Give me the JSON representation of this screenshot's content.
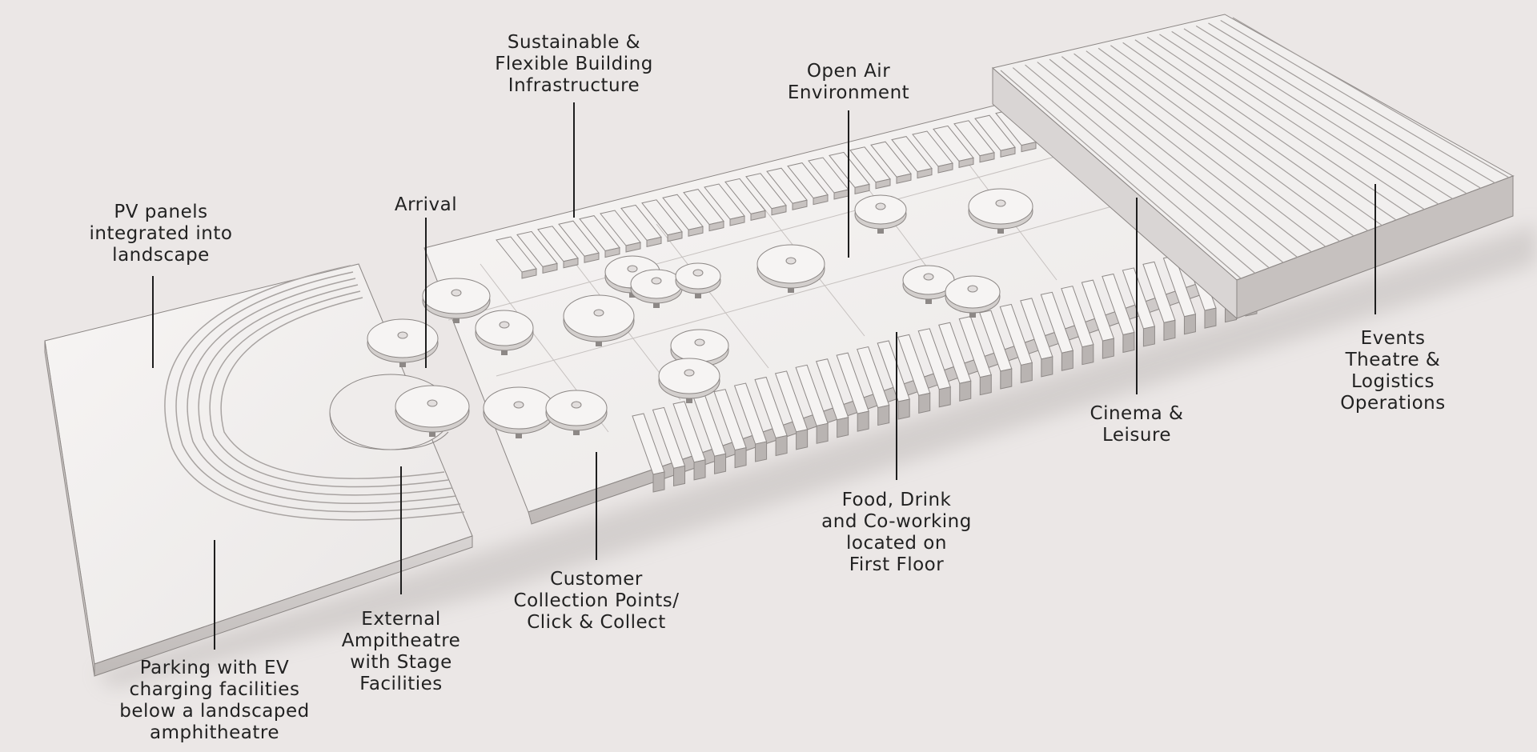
{
  "title": "",
  "colors": {
    "background": "#ebe7e6",
    "model_light": "#f6f4f3",
    "model_shadow": "#bdb8b6",
    "leader_line": "#1e1e1e",
    "text": "#222222"
  },
  "annotations": [
    {
      "id": "sustainable",
      "text": "Sustainable &\nFlexible Building\nInfrastructure"
    },
    {
      "id": "open-air",
      "text": "Open Air\nEnvironment"
    },
    {
      "id": "pv-panels",
      "text": "PV panels\nintegrated into\nlandscape"
    },
    {
      "id": "arrival",
      "text": "Arrival"
    },
    {
      "id": "events-theatre",
      "text": "Events Theatre &\nLogistics Operations"
    },
    {
      "id": "cinema",
      "text": "Cinema &\nLeisure"
    },
    {
      "id": "food-drink",
      "text": "Food, Drink\nand Co-working\nlocated on\nFirst Floor"
    },
    {
      "id": "customer-collection",
      "text": "Customer\nCollection Points/\nClick & Collect"
    },
    {
      "id": "external-amphitheatre",
      "text": "External\nAmpitheatre\nwith Stage\nFacilities"
    },
    {
      "id": "parking",
      "text": "Parking with EV\ncharging facilities\nbelow a landscaped\namphitheatre"
    }
  ]
}
